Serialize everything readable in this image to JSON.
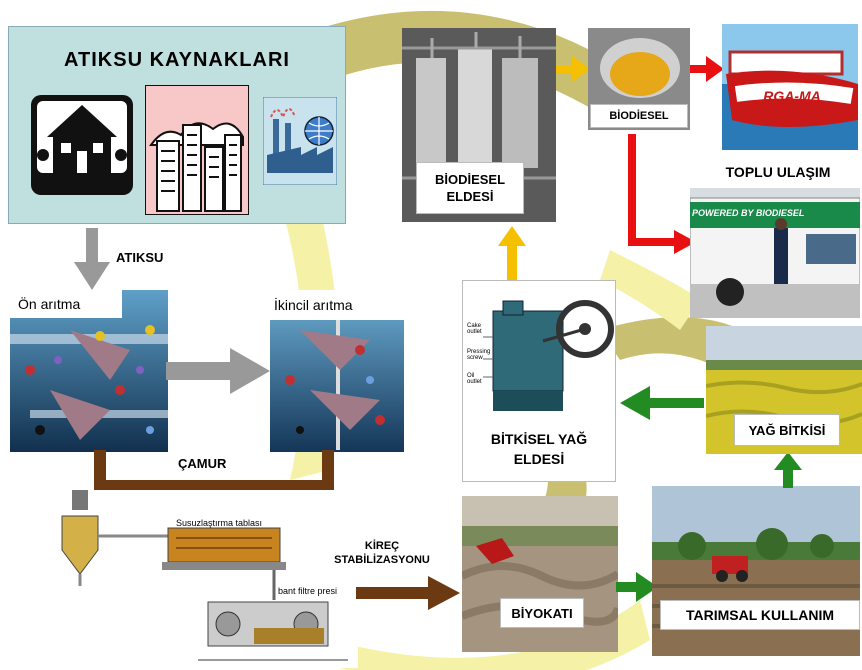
{
  "sources": {
    "title": "ATIKSU KAYNAKLARI",
    "icons": [
      "house-icon",
      "city-icon",
      "factory-icon"
    ]
  },
  "labels": {
    "atiksu": "ATIKSU",
    "on_aritma": "Ön arıtma",
    "ikincil_aritma": "İkincil arıtma",
    "camur": "ÇAMUR",
    "kirec_line1": "KİREÇ",
    "kirec_line2": "STABİLİZASYONU",
    "biyokati": "BİYOKATI",
    "tarimsal": "TARIMSAL KULLANIM",
    "yag_bitkisi": "YAĞ BİTKİSİ",
    "bitkisel_line1": "BİTKİSEL YAĞ",
    "bitkisel_line2": "ELDESİ",
    "biodiesel_eldesi_line1": "BİODİESEL",
    "biodiesel_eldesi_line2": "ELDESİ",
    "biodiesel": "BİODİESEL",
    "toplu_ulasim": "TOPLU ULAŞIM"
  },
  "dewatering": {
    "susuz_label": "Susuzlaştırma tablası",
    "filtre_label": "bant filtre presi"
  },
  "press": {
    "callouts": [
      "Cake outlet",
      "Pressing screw",
      "Oil outlet"
    ]
  },
  "bus": {
    "banner_text": "POWERED BY BIODIESEL"
  },
  "boat": {
    "name_text": "RGA-MA"
  },
  "colors": {
    "arc": "#c8c070",
    "arc_light": "#f5f2a8",
    "gray_arrow": "#999999",
    "brown_arrow": "#6b3a12",
    "green_arrow": "#228b22",
    "yellow_arrow": "#f5c000",
    "red_arrow": "#e81010",
    "sources_bg": "#bfe0df"
  }
}
